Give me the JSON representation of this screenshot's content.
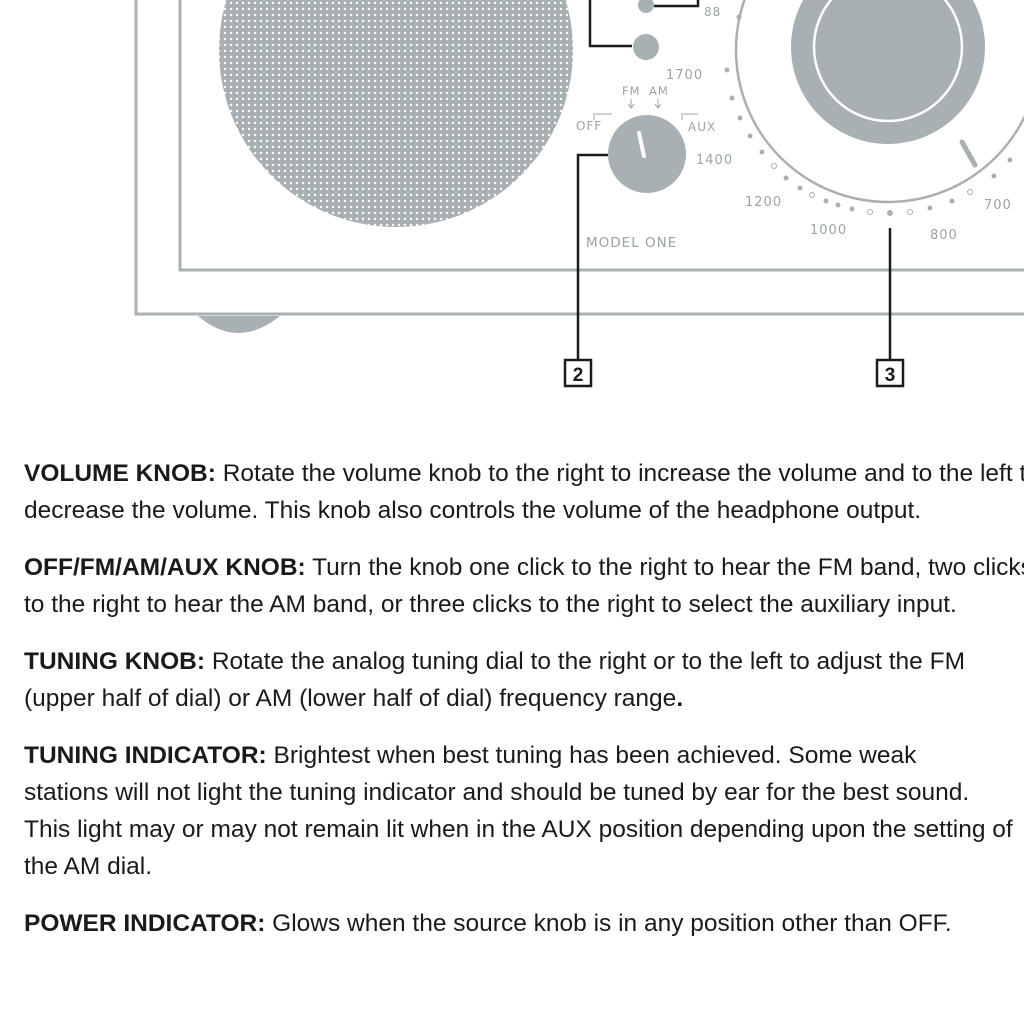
{
  "diagram": {
    "labels": {
      "fm_88": "88",
      "am_1700": "1700",
      "am_1400": "1400",
      "am_1200": "1200",
      "am_1000": "1000",
      "am_800": "800",
      "am_700": "700",
      "src_fm": "FM",
      "src_am": "AM",
      "src_off": "OFF",
      "src_aux": "AUX",
      "model": "MODEL ONE"
    },
    "callouts": [
      "2",
      "3"
    ]
  },
  "descriptions": [
    {
      "term": "VOLUME KNOB:",
      "line1": " Rotate the volume knob to the right to increase the volume and to the left to",
      "line2": "decrease the volume. This knob also controls the volume of the headphone output."
    },
    {
      "term": "OFF/FM/AM/AUX KNOB:",
      "line1": " Turn the knob one click to the right to hear the FM band, two clicks",
      "line2": "to the right to hear the AM band, or three clicks to the right to select the auxiliary input."
    },
    {
      "term": "TUNING KNOB:",
      "line1": " Rotate the analog tuning dial to the right or to the left to adjust the FM",
      "line2": "(upper half of dial) or AM (lower half of dial) frequency range",
      "line2_end": "."
    },
    {
      "term": "TUNING INDICATOR:",
      "line1": " Brightest when best tuning has been achieved. Some weak",
      "line2": "stations will not light the tuning indicator and should be tuned by ear for the best sound.",
      "line3": "This light may or may not remain lit when in the AUX position depending upon the setting of",
      "line4": "the AM dial."
    },
    {
      "term": "POWER INDICATOR:",
      "line1": " Glows when the source knob is in any position other than OFF."
    }
  ]
}
